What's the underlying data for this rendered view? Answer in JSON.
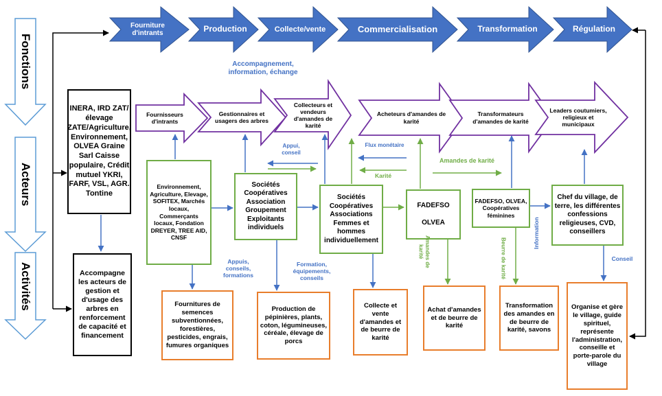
{
  "side_labels": [
    "Fonctions",
    "Acteurs",
    "Activités"
  ],
  "functions": [
    "Fourniture d'intrants",
    "Production",
    "Collecte/vente",
    "Commercialisation",
    "Transformation",
    "Régulation"
  ],
  "actor_arrows": [
    "Fournisseurs d'intrants",
    "Gestionnaires et usagers des arbres",
    "Collecteurs et vendeurs d'amandes de karité",
    "Acheteurs d'amandes de karité",
    "Transformateurs d'amandes de karité",
    "Leaders coutumiers, religieux et municipaux"
  ],
  "boxes": {
    "left_actors": "INERA, IRD ZAT/élevage ZATE/Agriculture, Environnement, OLVEA Graine Sarl Caisse populaire, Crédit mutuel YKRI, FARF, VSL, AGR. Tontine",
    "left_activity": "Accompagne les acteurs de gestion et d'usage des arbres en renforcement de capacité et financement",
    "environnement": "Environnement, Agriculture, Elevage, SOFITEX, Marchés locaux, Commerçants locaux, Fondation DREYER, TREE AID, CNSF",
    "societes1": "Sociétés Coopératives Association Groupement Exploitants individuels",
    "societes2": "Sociétés Coopératives Associations Femmes et hommes individuellement",
    "fadefso": "FADEFSO",
    "olvea": "OLVEA",
    "fadefso2": "FADEFSO, OLVEA, Coopératives féminines",
    "chef": "Chef du village, de terre, les différentes confessions religieuses, CVD, conseillers",
    "act1": "Fournitures de semences subventionnées, forestières, pesticides, engrais, fumures organiques",
    "act2": "Production de pépinières, plants, coton, légumineuses, céréale, élevage de porcs",
    "act3": "Collecte et vente d'amandes et de beurre de karité",
    "act4": "Achat d'amandes et de beurre de karité",
    "act5": "Transformation des amandes en de beurre de karité, savons",
    "act6": "Organise et gère le village, guide spirituel, représente l'administration, conseille et porte-parole du village"
  },
  "labels": {
    "accompagnement": "Accompagnement, information, échange",
    "appui_conseil": "Appui, conseil",
    "flux_monetaire": "Flux monétaire",
    "karite": "Karité",
    "amandes_karite": "Amandes de karité",
    "appuis": "Appuis, conseils, formations",
    "formation": "Formation, équipements, conseils",
    "amandes_vert": "Amandes de karité",
    "beurre_vert": "Beurre de karité",
    "information": "Information",
    "conseil": "Conseil"
  },
  "colors": {
    "function_fill": "#4472c4",
    "function_stroke": "#2f528f",
    "actor_stroke": "#7030a0",
    "green": "#70ad47",
    "orange": "#e87d2b",
    "blue": "#4472c4"
  }
}
